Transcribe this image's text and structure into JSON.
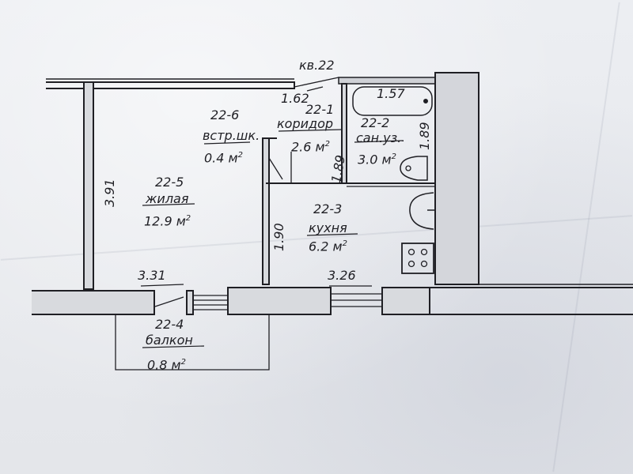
{
  "apartment": "кв.22",
  "rooms": {
    "r1": {
      "id": "22-1",
      "name": "коридор",
      "area": "2.6",
      "unit": "м"
    },
    "r2": {
      "id": "22-2",
      "name": "сан.уз.",
      "area": "3.0",
      "unit": "м"
    },
    "r3": {
      "id": "22-3",
      "name": "кухня",
      "area": "6.2",
      "unit": "м"
    },
    "r4": {
      "id": "22-4",
      "name": "балкон",
      "area": "0.8",
      "unit": "м"
    },
    "r5": {
      "id": "22-5",
      "name": "жилая",
      "area": "12.9",
      "unit": "м"
    },
    "r6": {
      "id": "22-6",
      "name": "встр.шк.",
      "area": "0.4",
      "unit": "м"
    }
  },
  "dimensions": {
    "d1": "1.62",
    "d2": "1.57",
    "d3": "1.89",
    "d4": "1.89",
    "d5": "3.91",
    "d6": "1.90",
    "d7": "3.31",
    "d8": "3.26"
  },
  "sq": "2",
  "colors": {
    "ink": "#1f1f24",
    "paper": "#e9eaee"
  }
}
